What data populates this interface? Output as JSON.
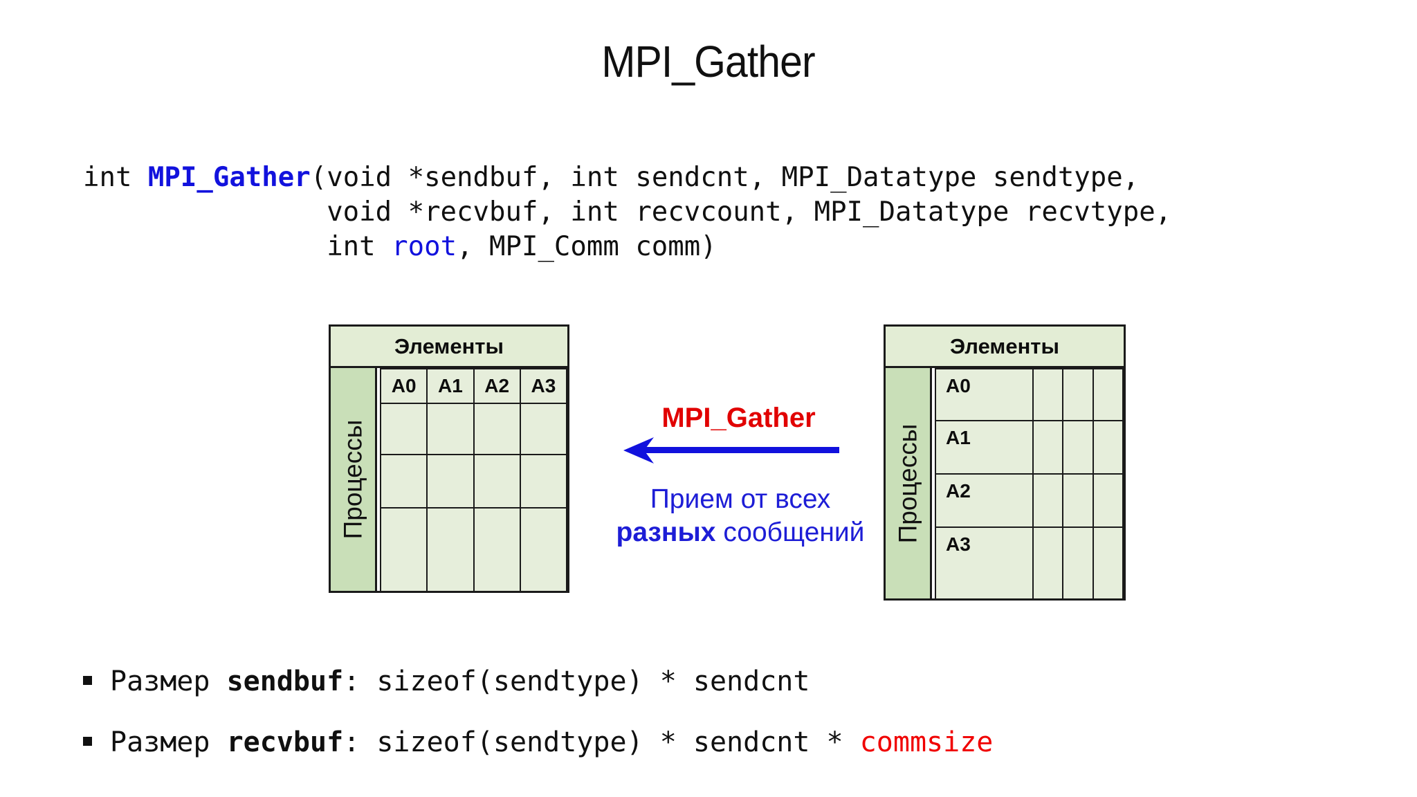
{
  "title": "MPI_Gather",
  "code": {
    "line1_pre": "int ",
    "line1_fn": "MPI_Gather",
    "line1_rest": "(void *sendbuf, int sendcnt, MPI_Datatype sendtype,",
    "line2": "               void *recvbuf, int recvcount, MPI_Datatype recvtype,",
    "line3_pre": "               int ",
    "line3_root": "root",
    "line3_rest": ", MPI_Comm comm)"
  },
  "left_table": {
    "header": "Элементы",
    "side_label": "Процессы",
    "col_labels": [
      "A0",
      "A1",
      "A2",
      "A3"
    ]
  },
  "right_table": {
    "header": "Элементы",
    "side_label": "Процессы",
    "row_labels": [
      "A0",
      "A1",
      "A2",
      "A3"
    ]
  },
  "annotation": {
    "label": "MPI_Gather",
    "desc_line1": "Прием от всех",
    "desc_line2_bold": "разных",
    "desc_line2_rest": " сообщений"
  },
  "bullets": [
    {
      "pre": "Размер ",
      "bold": "sendbuf",
      "rest": ": sizeof(sendtype) * sendcnt"
    },
    {
      "pre": "Размер ",
      "bold": "recvbuf",
      "rest": ": sizeof(sendtype) * sendcnt * ",
      "red": "commsize"
    }
  ],
  "colors": {
    "accent_blue": "#1212dd",
    "annotation_blue": "#1d1dd6",
    "accent_red": "#e10000",
    "commsize_red": "#f00000",
    "cell_green": "#e6eedb",
    "header_green": "#e3edd5",
    "strip_green": "#c9dfb8",
    "border": "#1a1a1a"
  }
}
